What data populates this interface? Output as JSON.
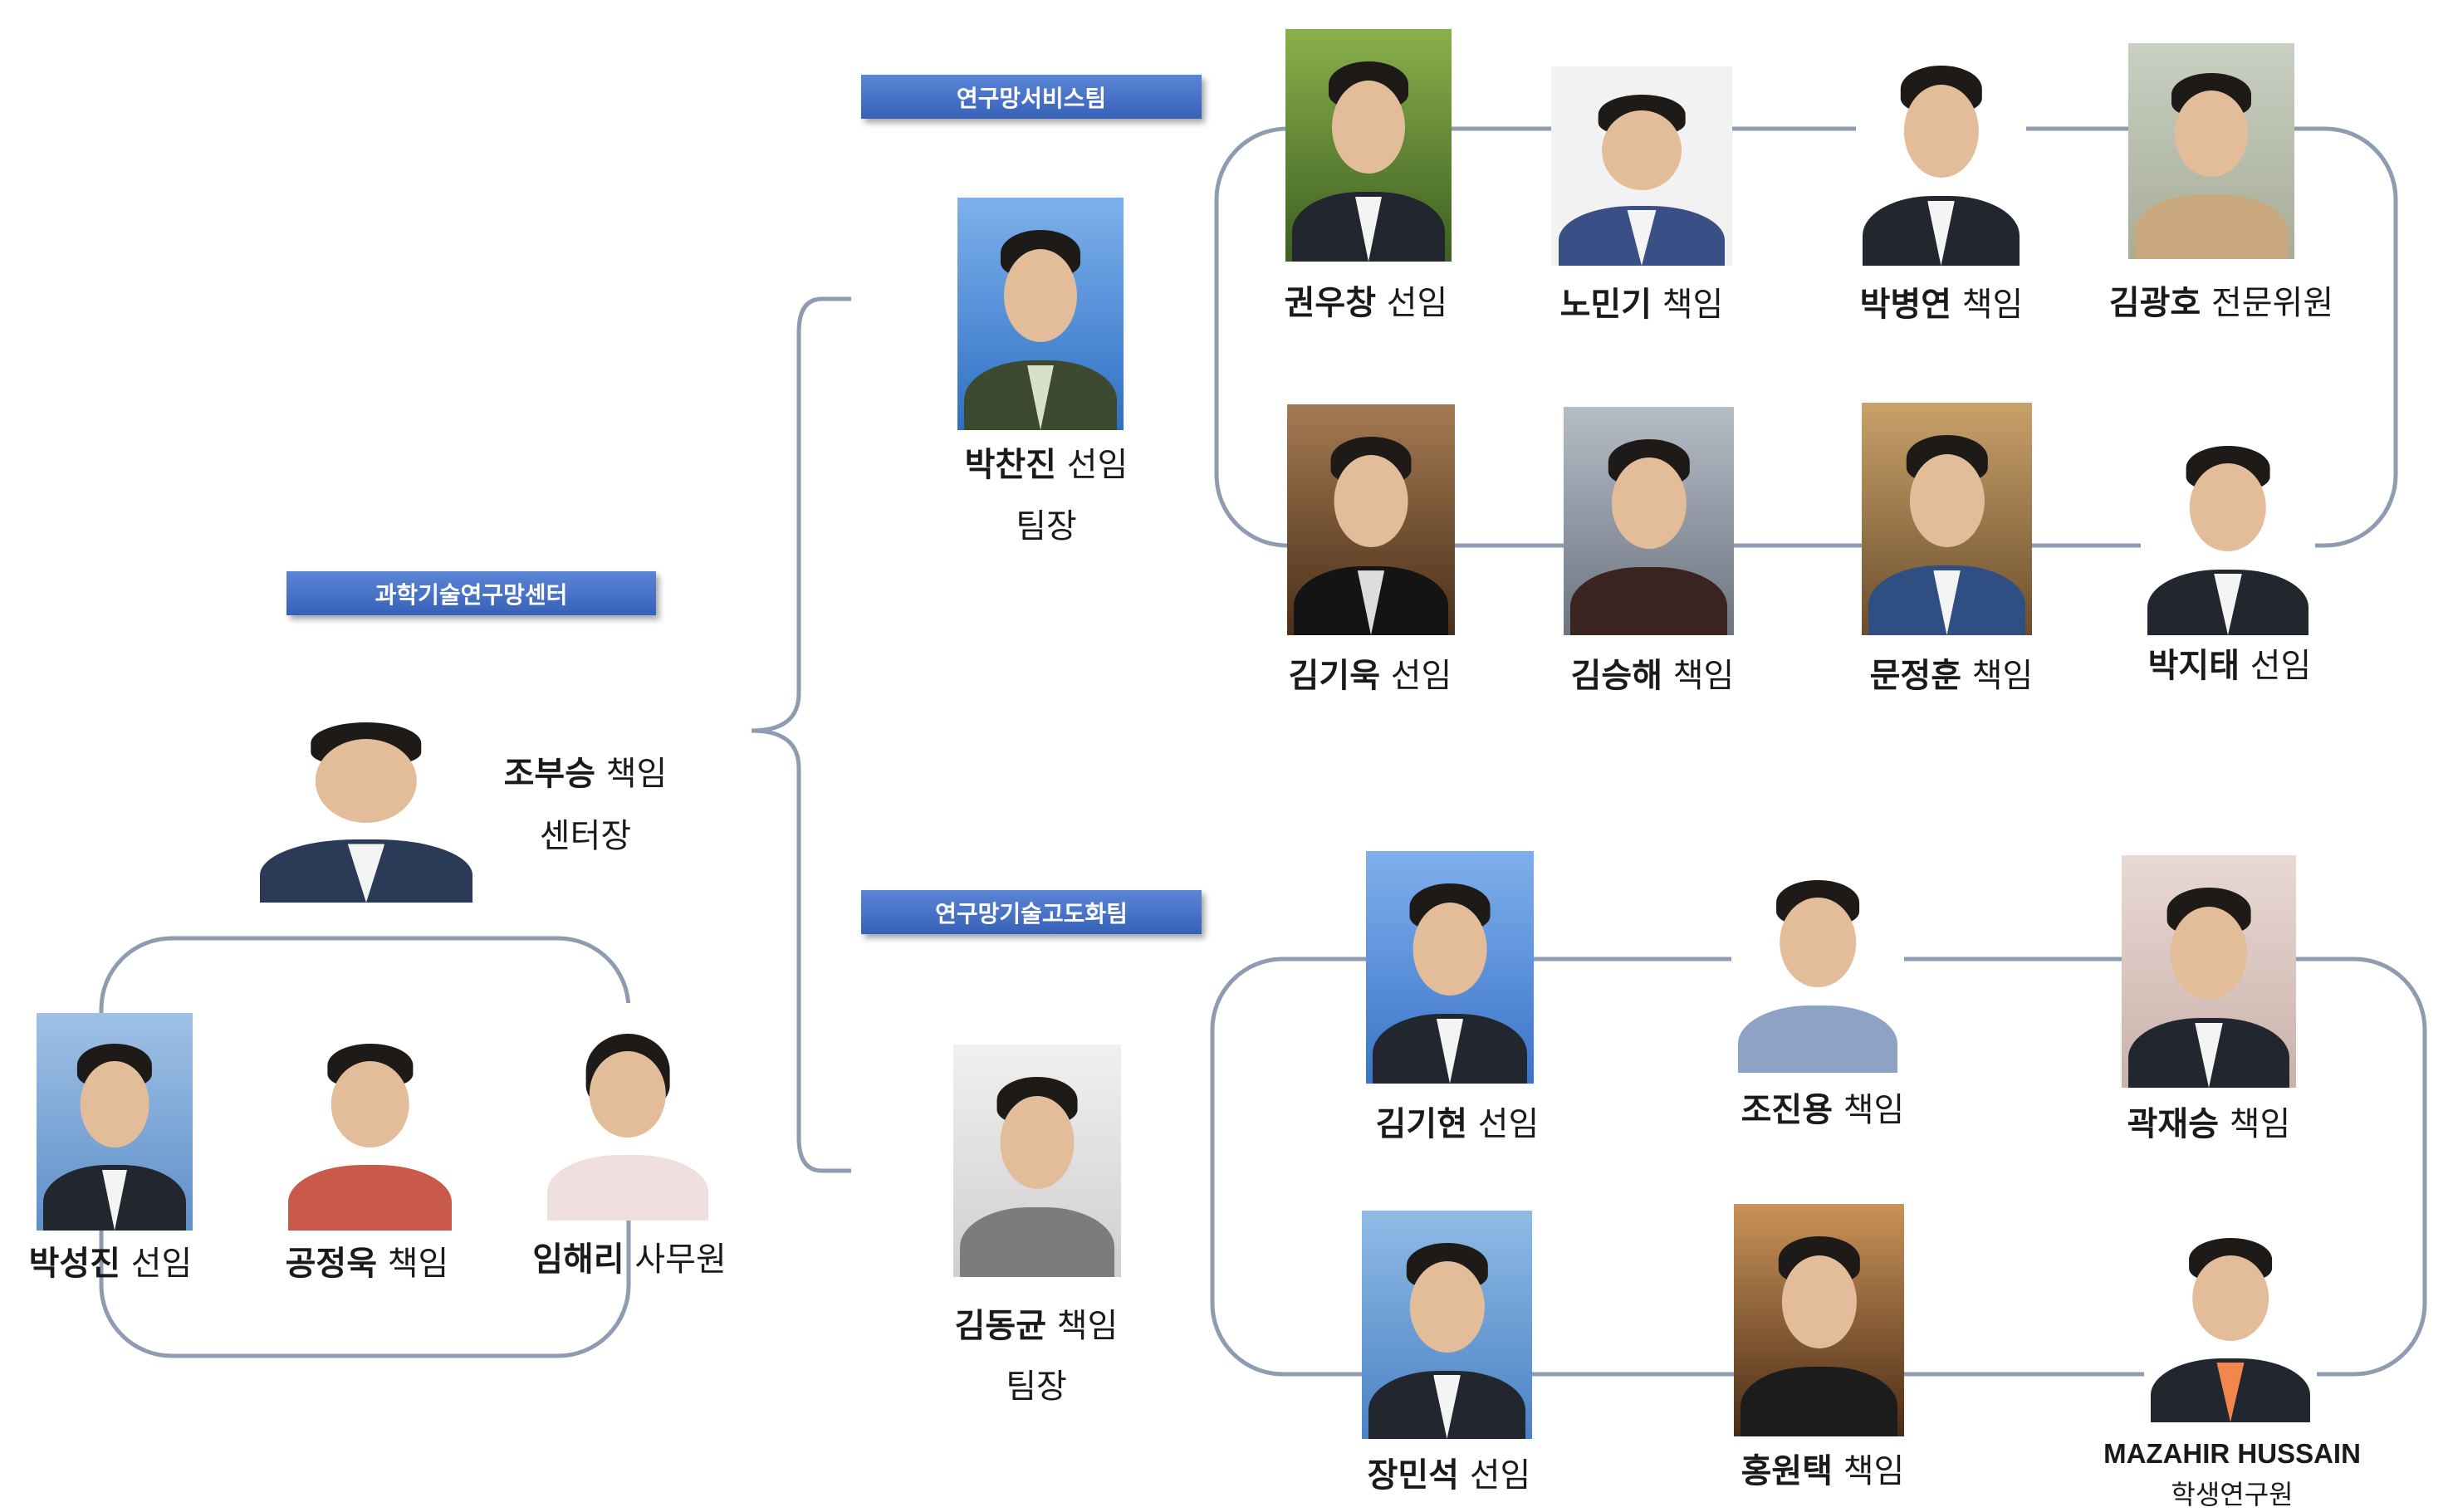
{
  "center": {
    "title": "과학기술연구망센터",
    "head": {
      "name": "조부승",
      "rank": "책임",
      "role": "센터장"
    }
  },
  "center_staff": [
    {
      "name": "박성진",
      "rank": "선임"
    },
    {
      "name": "공정욱",
      "rank": "책임"
    },
    {
      "name": "임해리",
      "rank": "사무원"
    }
  ],
  "team1": {
    "title": "연구망서비스팀",
    "lead": {
      "name": "박찬진",
      "rank": "선임",
      "role": "팀장"
    },
    "members": [
      {
        "name": "권우창",
        "rank": "선임"
      },
      {
        "name": "노민기",
        "rank": "책임"
      },
      {
        "name": "박병연",
        "rank": "책임"
      },
      {
        "name": "김광호",
        "rank": "전문위원"
      },
      {
        "name": "김기욱",
        "rank": "선임"
      },
      {
        "name": "김승해",
        "rank": "책임"
      },
      {
        "name": "문정훈",
        "rank": "책임"
      },
      {
        "name": "박지태",
        "rank": "선임"
      }
    ]
  },
  "team2": {
    "title": "연구망기술고도화팀",
    "lead": {
      "name": "김동균",
      "rank": "책임",
      "role": "팀장"
    },
    "members": [
      {
        "name": "김기현",
        "rank": "선임"
      },
      {
        "name": "조진용",
        "rank": "책임"
      },
      {
        "name": "곽재승",
        "rank": "책임"
      },
      {
        "name": "장민석",
        "rank": "선임"
      },
      {
        "name": "홍원택",
        "rank": "책임"
      },
      {
        "name": "MAZAHIR HUSSAIN",
        "rank": "학생연구원"
      }
    ]
  }
}
